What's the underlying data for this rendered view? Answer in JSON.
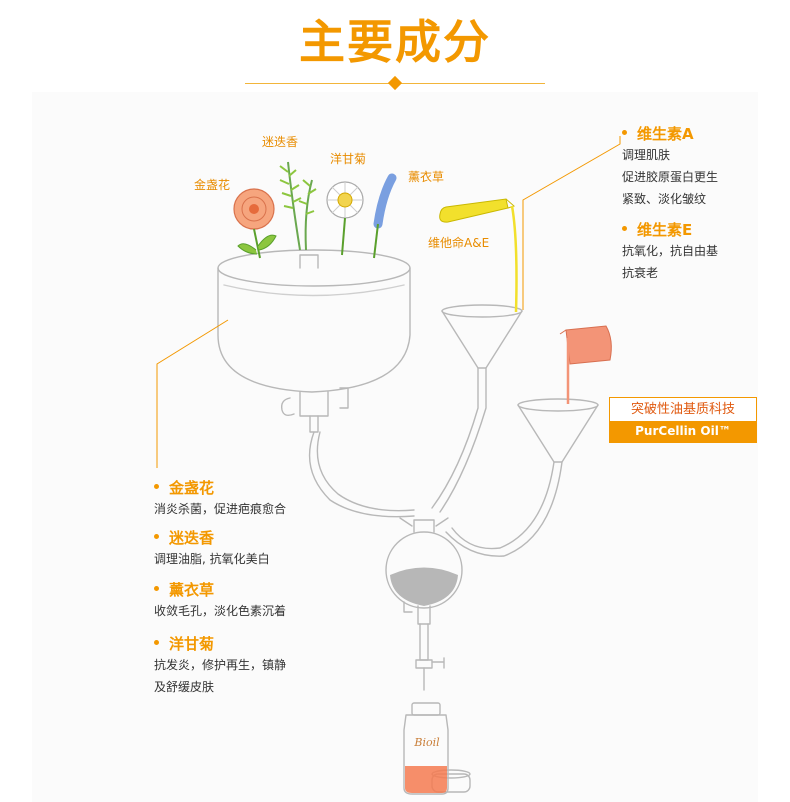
{
  "title": "主要成分",
  "flower_labels": {
    "calendula": "金盏花",
    "rosemary": "迷迭香",
    "chamomile": "洋甘菊",
    "lavender": "薰衣草",
    "vitamin": "维他命A&E"
  },
  "left_list": [
    {
      "name": "金盏花",
      "desc": "消炎杀菌，促进疤痕愈合"
    },
    {
      "name": "迷迭香",
      "desc": "调理油脂, 抗氧化美白"
    },
    {
      "name": "薰衣草",
      "desc": "收敛毛孔，淡化色素沉着"
    },
    {
      "name": "洋甘菊",
      "desc": "抗发炎，修护再生，镇静\n及舒缓皮肤"
    }
  ],
  "right_list": [
    {
      "name": "维生素A",
      "desc": "调理肌肤\n促进胶原蛋白更生\n紧致、淡化皱纹"
    },
    {
      "name": "维生素E",
      "desc": "抗氧化，抗自由基\n抗衰老"
    }
  ],
  "tech": {
    "line1": "突破性油基质科技",
    "line2": "PurCellin Oil™"
  },
  "bottle_label": "Bioil",
  "colors": {
    "accent": "#f39800",
    "text": "#333333",
    "line": "#b8b8b8",
    "vitamin_yellow": "#f2e02c",
    "oil_orange": "#f08060"
  }
}
